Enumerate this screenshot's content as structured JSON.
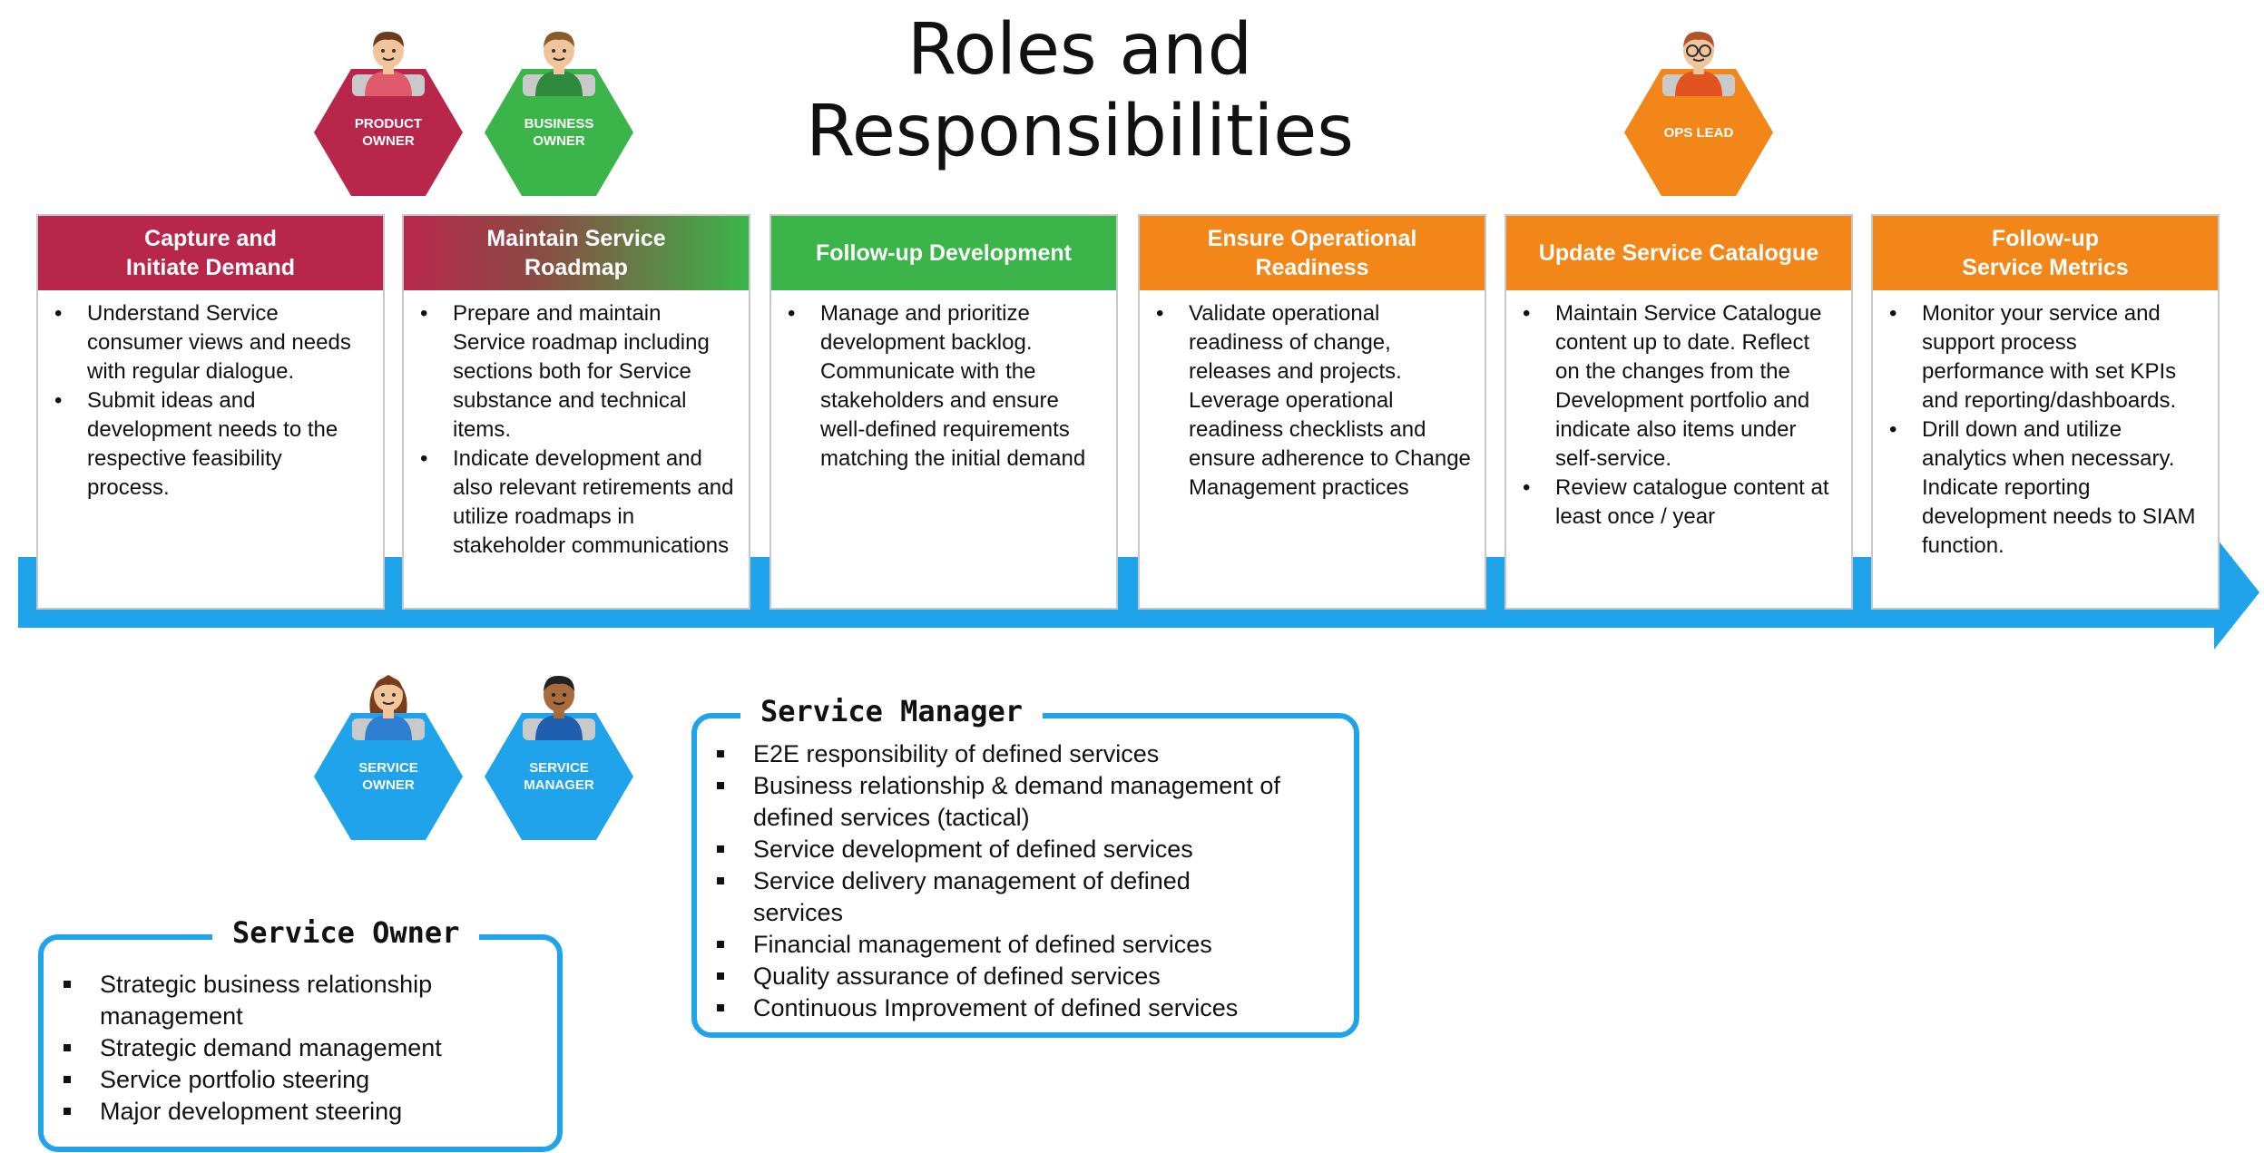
{
  "title": "Roles and Responsibilities",
  "colors": {
    "crimson": "#b8274b",
    "green": "#3bb54a",
    "orange": "#f28618",
    "blue": "#1fa3ea"
  },
  "roles_top": [
    {
      "label": "PRODUCT\nOWNER",
      "color": "#b8274b",
      "icon": "person-icon"
    },
    {
      "label": "BUSINESS\nOWNER",
      "color": "#3bb54a",
      "icon": "person-icon"
    },
    {
      "label": "OPS LEAD",
      "color": "#f28618",
      "icon": "person-glasses-icon"
    }
  ],
  "roles_bottom": [
    {
      "label": "SERVICE\nOWNER",
      "color": "#1fa3ea",
      "icon": "person-female-icon"
    },
    {
      "label": "SERVICE\nMANAGER",
      "color": "#1fa3ea",
      "icon": "person-icon"
    }
  ],
  "phases": [
    {
      "title": "Capture and\nInitiate Demand",
      "bullets": [
        "Understand Service consumer views and needs with regular dialogue.",
        "Submit ideas and development needs to the respective feasibility process."
      ]
    },
    {
      "title": "Maintain Service\nRoadmap",
      "bullets": [
        "Prepare and maintain Service roadmap including sections both for Service substance and technical items.",
        "Indicate development and also relevant retirements and utilize roadmaps in stakeholder communications"
      ]
    },
    {
      "title": "Follow-up Development",
      "bullets": [
        "Manage and prioritize development backlog. Communicate with the stakeholders and ensure well-defined requirements matching the initial demand"
      ]
    },
    {
      "title": "Ensure Operational\nReadiness",
      "bullets": [
        "Validate operational readiness of change, releases and projects. Leverage operational readiness checklists and ensure adherence to Change Management practices"
      ]
    },
    {
      "title": "Update Service Catalogue",
      "bullets": [
        "Maintain Service Catalogue content up to date. Reflect on the changes from the Development portfolio and indicate also items under self-service.",
        "Review catalogue content at least once / year"
      ]
    },
    {
      "title": "Follow-up\nService Metrics",
      "bullets": [
        "Monitor your service and support process performance with set KPIs and reporting/dashboards.",
        "Drill down and utilize analytics when necessary. Indicate reporting development needs to SIAM function."
      ]
    }
  ],
  "service_manager": {
    "title": "Service Manager",
    "items": [
      "E2E responsibility of defined services",
      "Business relationship & demand management of defined services (tactical)",
      "Service development of defined services",
      "Service delivery management of defined services",
      "Financial management of defined services",
      "Quality assurance of defined services",
      "Continuous Improvement of defined services"
    ]
  },
  "service_owner": {
    "title": "Service Owner",
    "items": [
      "Strategic business relationship management",
      "Strategic demand management",
      "Service portfolio steering",
      "Major development steering"
    ]
  }
}
